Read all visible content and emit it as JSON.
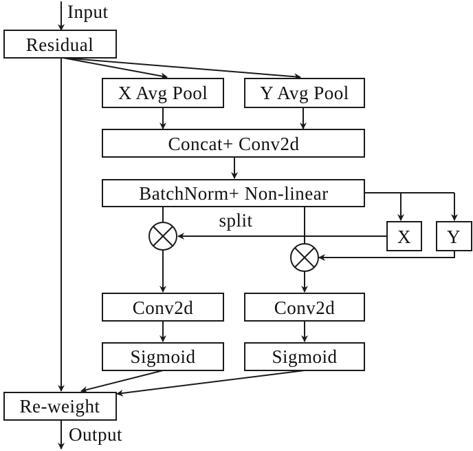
{
  "labels": {
    "input": "Input",
    "output": "Output",
    "split": "split"
  },
  "nodes": {
    "residual": "Residual",
    "x_avg_pool": "X Avg Pool",
    "y_avg_pool": "Y Avg Pool",
    "concat_conv2d": "Concat+ Conv2d",
    "batchnorm_nonlinear": "BatchNorm+ Non-linear",
    "x_branch": "X",
    "y_branch": "Y",
    "conv2d_left": "Conv2d",
    "conv2d_right": "Conv2d",
    "sigmoid_left": "Sigmoid",
    "sigmoid_right": "Sigmoid",
    "reweight": "Re-weight"
  },
  "colors": {
    "stroke": "#1a1a1a",
    "background": "#ffffff"
  }
}
